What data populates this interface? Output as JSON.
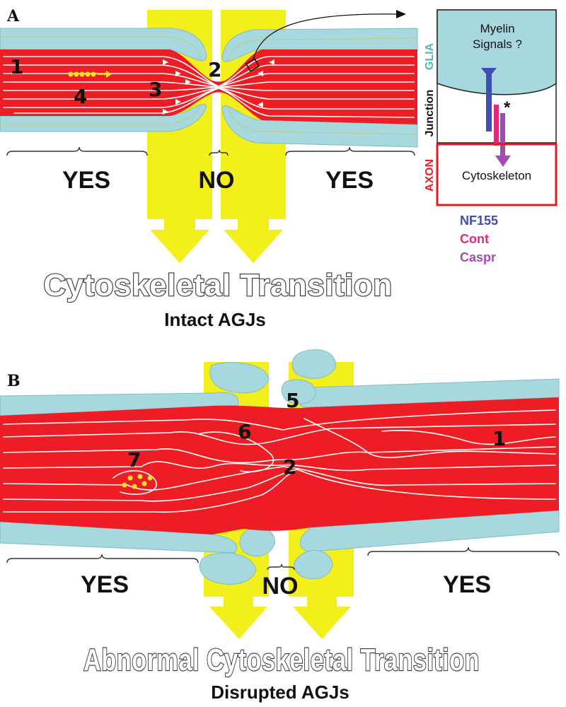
{
  "panel_a": {
    "letter": "A",
    "markers": [
      "1",
      "2",
      "3",
      "4"
    ],
    "regions": {
      "left": "YES",
      "center": "NO",
      "right": "YES"
    },
    "title": "Cytoskeletal Transition",
    "subtitle": "Intact AGJs"
  },
  "inset": {
    "glia_label": "GLIA",
    "junction_label": "Junction",
    "axon_label": "AXON",
    "myelin_line1": "Myelin",
    "myelin_line2": "Signals ?",
    "cytoskeleton": "Cytoskeleton",
    "asterisk": "*",
    "legend": [
      {
        "label": "NF155",
        "color": "#3f4fb0"
      },
      {
        "label": "Cont",
        "color": "#e0287e"
      },
      {
        "label": "Caspr",
        "color": "#a04db0"
      }
    ]
  },
  "panel_b": {
    "letter": "B",
    "markers": [
      "5",
      "6",
      "1",
      "7",
      "2"
    ],
    "regions": {
      "left": "YES",
      "center": "NO",
      "right": "YES"
    },
    "title": "Abnormal Cytoskeletal Transition",
    "subtitle": "Disrupted AGJs"
  },
  "colors": {
    "axon": "#ee1c24",
    "myelin": "#a6d8de",
    "node_band": "#f2ef1a",
    "glia_text": "#4fb8b8",
    "axon_text": "#ee1c24",
    "vesicle": "#f5e51b"
  }
}
